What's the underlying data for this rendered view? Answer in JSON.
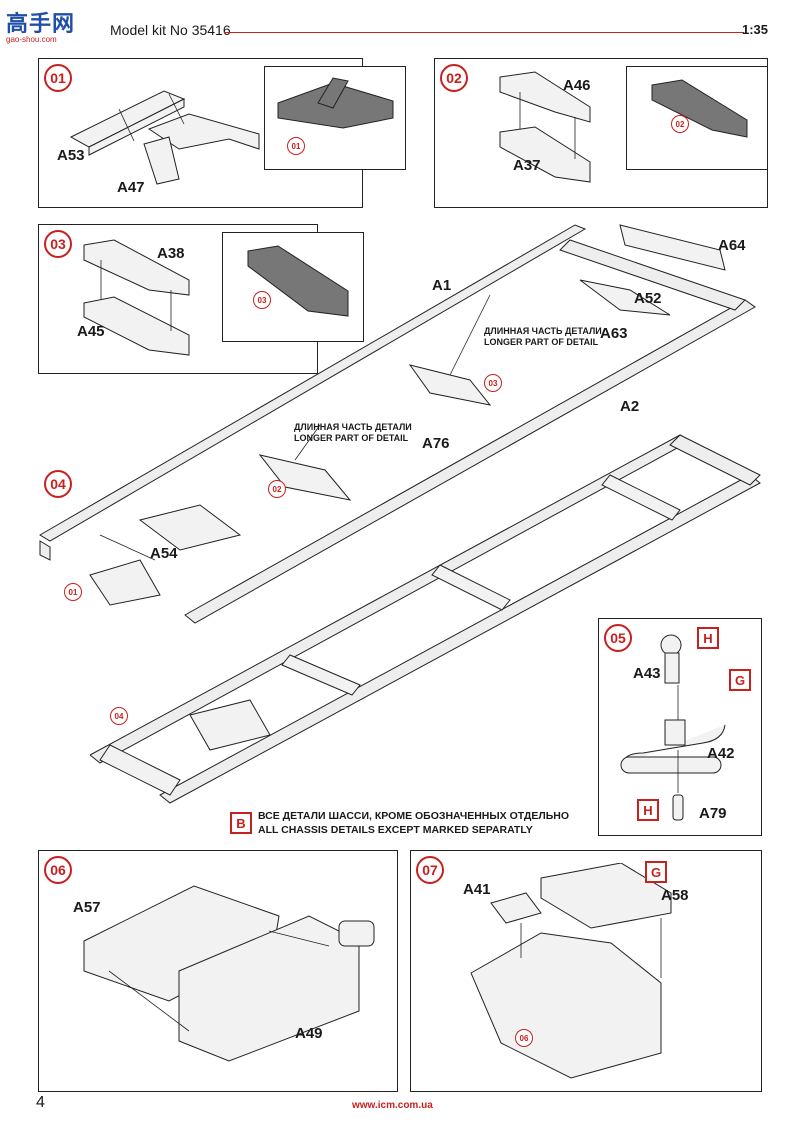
{
  "header": {
    "logo_text": "高手网",
    "logo_url": "gao-shou.com",
    "title": "Model kit No 35416",
    "scale": "1:35"
  },
  "steps": {
    "s01": {
      "number": "01",
      "parts": [
        "A53",
        "A47"
      ],
      "detail_ref": "01"
    },
    "s02": {
      "number": "02",
      "parts": [
        "A46",
        "A37"
      ],
      "detail_ref": "02"
    },
    "s03": {
      "number": "03",
      "parts": [
        "A38",
        "A45"
      ],
      "detail_ref": "03"
    },
    "s04": {
      "number": "04",
      "parts": [
        "A1",
        "A64",
        "A52",
        "A63",
        "A2",
        "A76",
        "A54"
      ],
      "refs": [
        "03",
        "02",
        "01",
        "04"
      ],
      "note_long_ru": "ДЛИННАЯ ЧАСТЬ ДЕТАЛИ",
      "note_long_en": "LONGER PART OF DETAIL"
    },
    "s05": {
      "number": "05",
      "parts": [
        "A43",
        "A42",
        "A79"
      ],
      "paint": [
        "H",
        "G",
        "H"
      ]
    },
    "s06": {
      "number": "06",
      "parts": [
        "A57",
        "A49"
      ]
    },
    "s07": {
      "number": "07",
      "parts": [
        "A41",
        "A58"
      ],
      "paint": [
        "G"
      ],
      "ref": "06"
    }
  },
  "chassis_note": {
    "code": "B",
    "ru": "ВСЕ ДЕТАЛИ ШАССИ, КРОМЕ ОБОЗНАЧЕННЫХ ОТДЕЛЬНО",
    "en": "ALL CHASSIS DETAILS EXCEPT MARKED SEPARATLY"
  },
  "footer": {
    "page": "4",
    "url": "www.icm.com.ua"
  },
  "colors": {
    "accent": "#c8201e",
    "logo_blue": "#1f4fa8"
  }
}
